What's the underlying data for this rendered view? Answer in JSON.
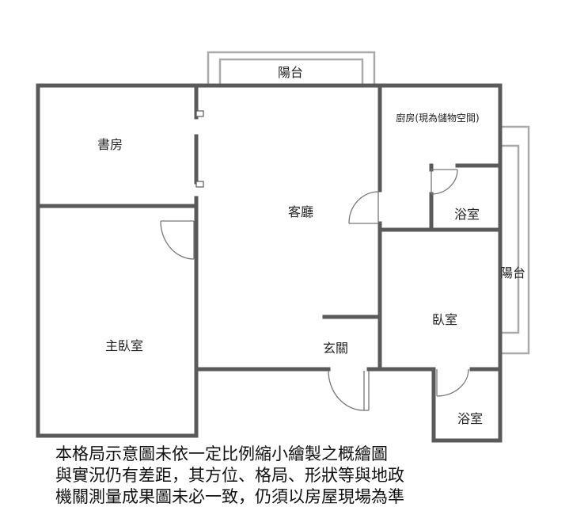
{
  "rooms": {
    "balcony_top": "陽台",
    "study": "書房",
    "living_room": "客廳",
    "kitchen": "廚房(現為儲物空間)",
    "bath_upper": "浴室",
    "balcony_right": "陽台",
    "master_bedroom": "主臥室",
    "entrance": "玄關",
    "bedroom": "臥室",
    "bath_lower": "浴室"
  },
  "disclaimer": {
    "line1": "本格局示意圖未依一定比例縮小繪製之概繪圖",
    "line2": "與實況仍有差距，其方位、格局、形狀等與地政",
    "line3": "機關測量成果圖未必一致，仍須以房屋現場為準"
  },
  "colors": {
    "wall": "#5a5a5a",
    "balcony_rail": "#aaaaaa",
    "door": "#777777",
    "text": "#222222"
  }
}
